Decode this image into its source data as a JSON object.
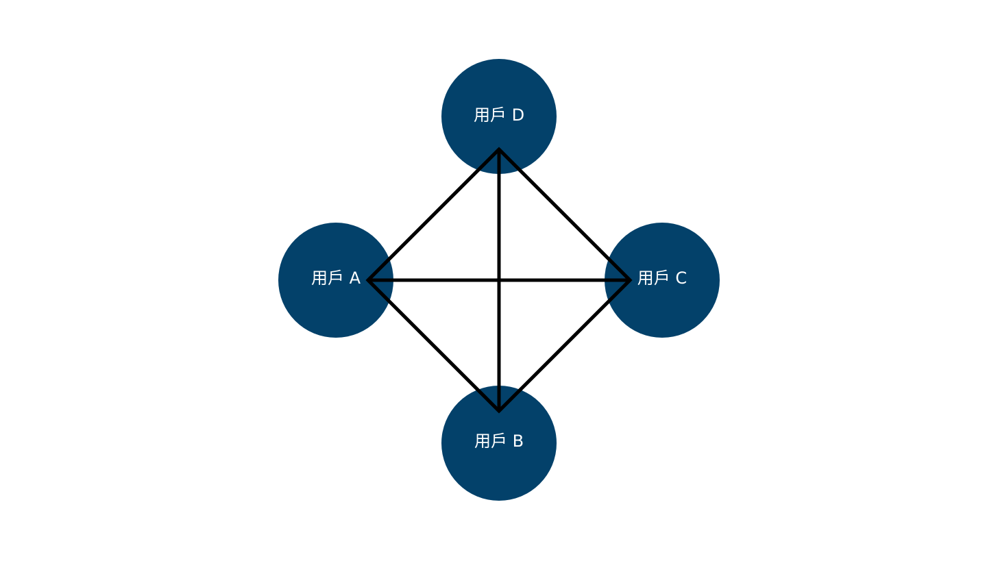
{
  "diagram": {
    "node_color": "#03416a",
    "label_color": "#ffffff",
    "edge_color": "#000000",
    "nodes": [
      {
        "id": "A",
        "label": "用戶 A"
      },
      {
        "id": "B",
        "label": "用戶 B"
      },
      {
        "id": "C",
        "label": "用戶 C"
      },
      {
        "id": "D",
        "label": "用戶 D"
      }
    ],
    "edges": [
      {
        "from": "A",
        "to": "D"
      },
      {
        "from": "D",
        "to": "C"
      },
      {
        "from": "C",
        "to": "B"
      },
      {
        "from": "B",
        "to": "A"
      },
      {
        "from": "A",
        "to": "C"
      },
      {
        "from": "D",
        "to": "B"
      }
    ]
  }
}
